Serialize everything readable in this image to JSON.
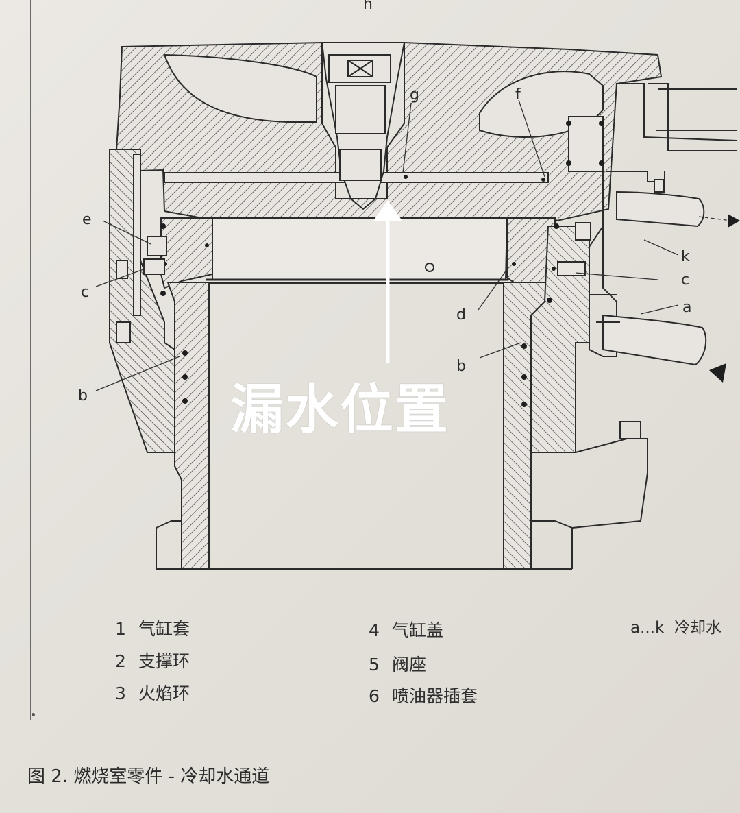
{
  "drawing": {
    "labels": {
      "h": "h",
      "g": "g",
      "f": "f",
      "e": "e",
      "c_left": "c",
      "c_right": "c",
      "d": "d",
      "k": "k",
      "a": "a",
      "b_left": "b",
      "b_right": "b"
    },
    "leak_label": "漏水位置",
    "colors": {
      "line": "#2b2b2b",
      "hatch": "#3a3a3a",
      "arrow": "#ffffff",
      "paper": "#e9e6e1"
    }
  },
  "legend": {
    "items": [
      {
        "num": "1",
        "text": "气缸套"
      },
      {
        "num": "2",
        "text": "支撑环"
      },
      {
        "num": "3",
        "text": "火焰环"
      },
      {
        "num": "4",
        "text": "气缸盖"
      },
      {
        "num": "5",
        "text": "阀座"
      },
      {
        "num": "6",
        "text": "喷油器插套"
      }
    ],
    "note_code": "a...k",
    "note_text": "冷却水"
  },
  "caption": "图 2. 燃烧室零件 - 冷却水通道"
}
